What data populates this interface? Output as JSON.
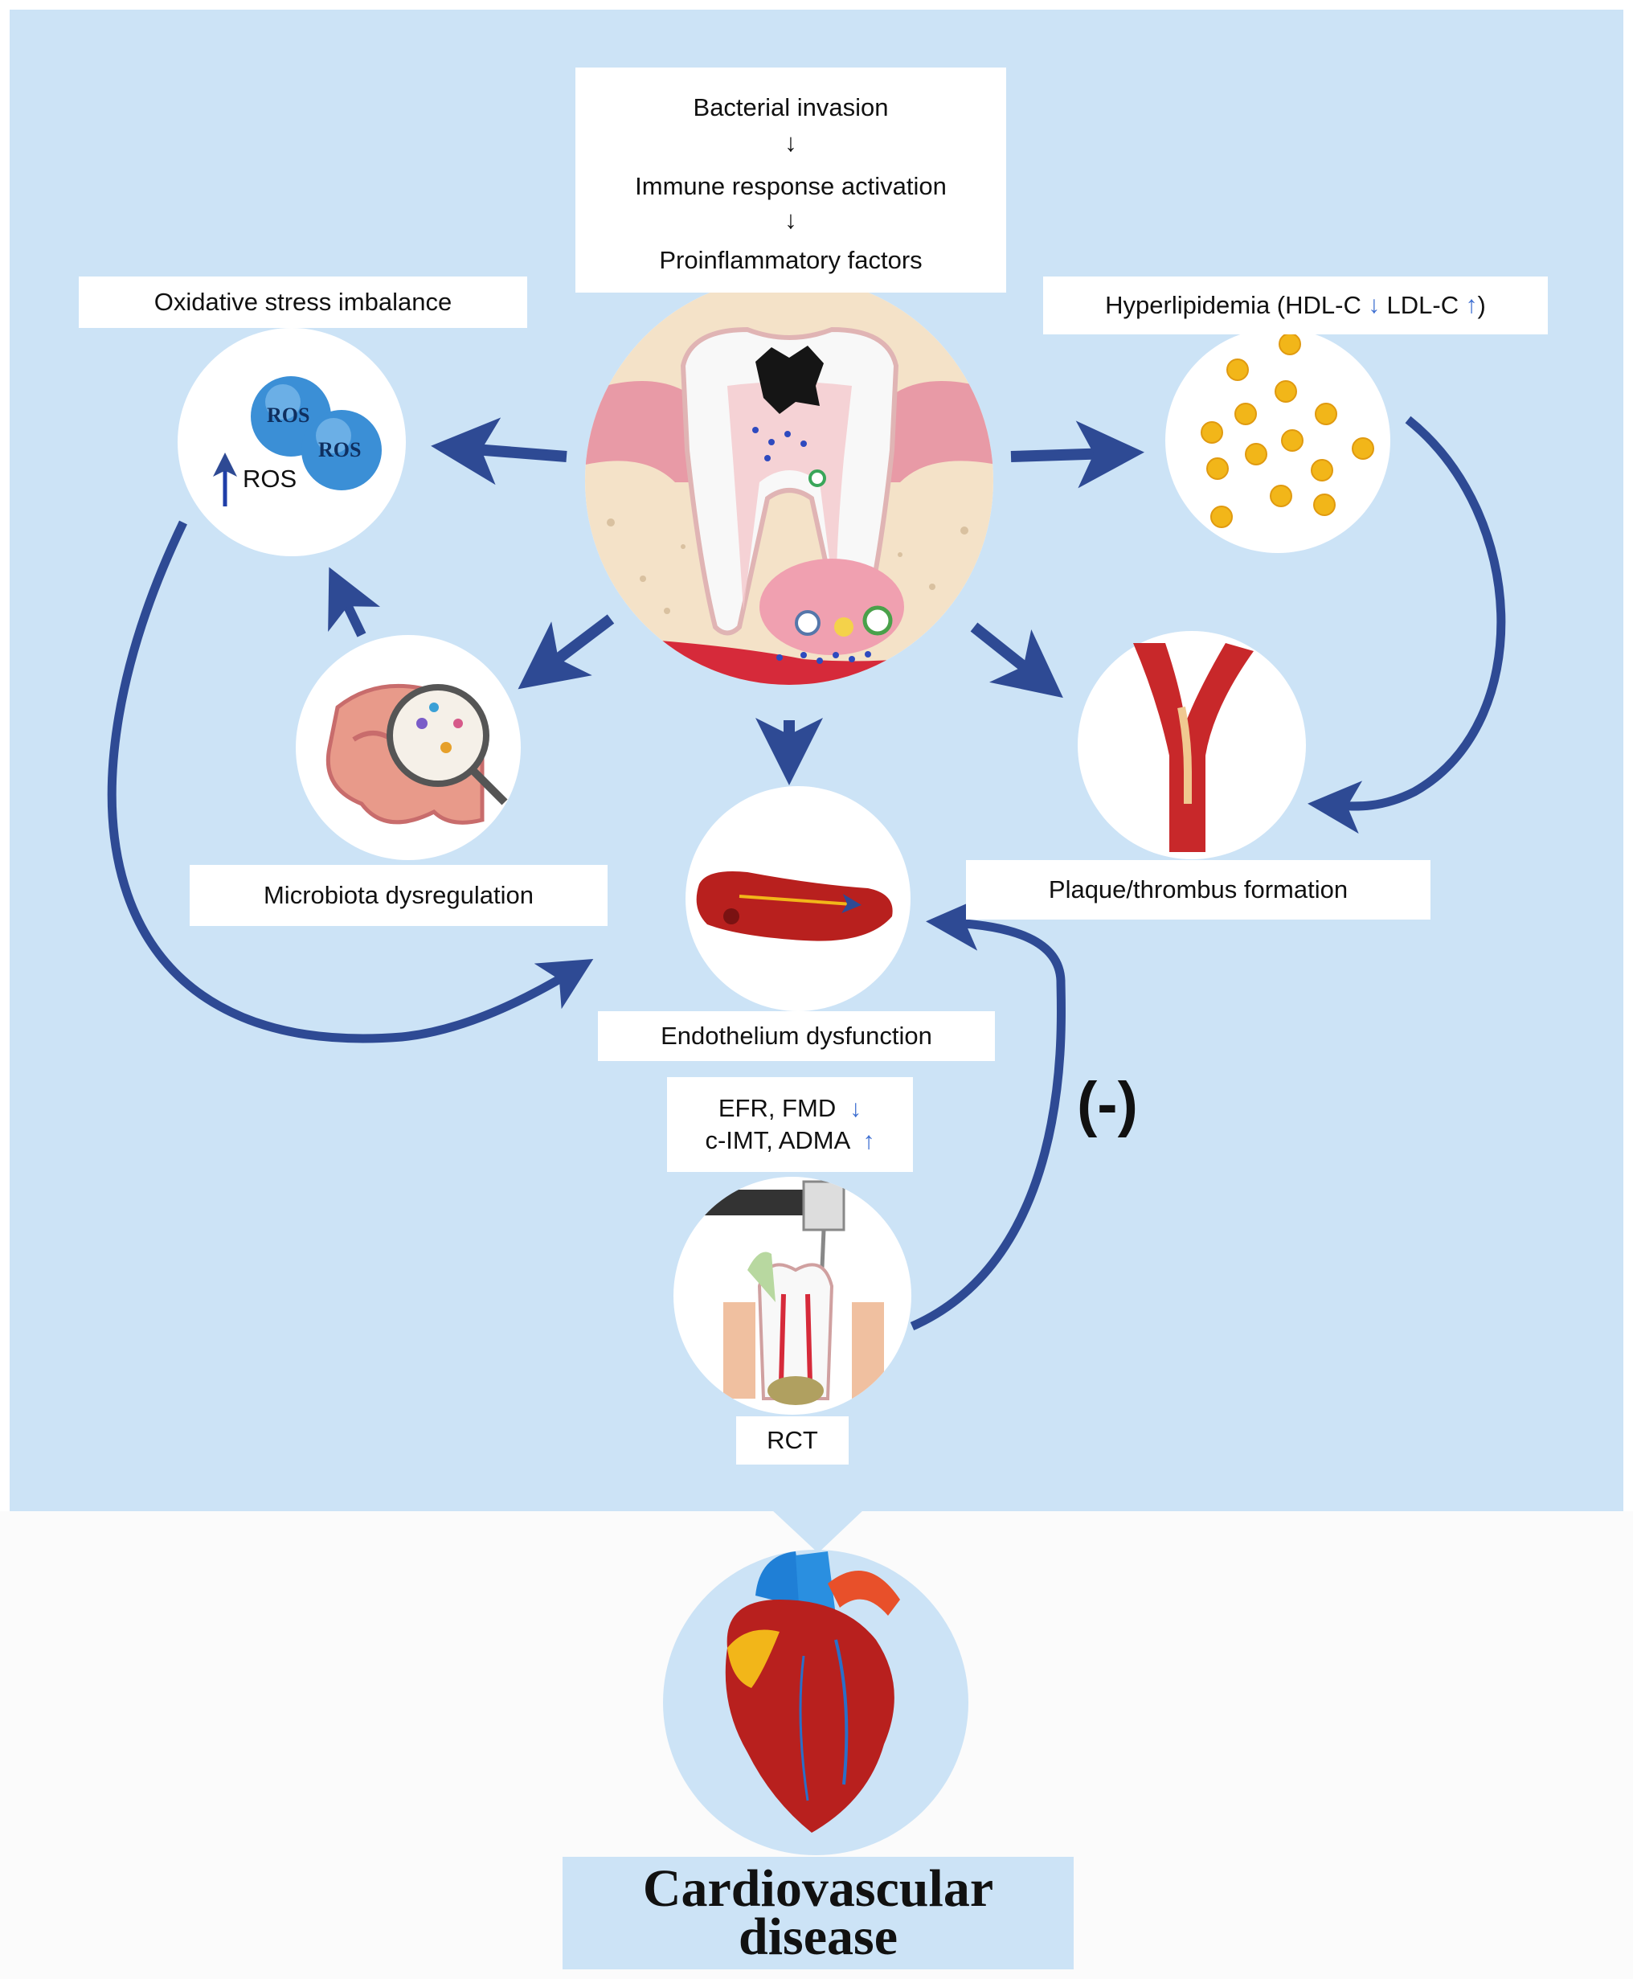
{
  "cause_chain": {
    "step1": "Bacterial invasion",
    "step2": "Immune response activation",
    "step3": "Proinflammatory factors"
  },
  "labels": {
    "oxidative": "Oxidative stress imbalance",
    "ros_text": "ROS",
    "ros_bubble": "ROS",
    "hyperlipidemia_a": "Hyperlipidemia (HDL-C",
    "hyperlipidemia_b": "LDL-C",
    "hyperlipidemia_c": ")",
    "microbiota": "Microbiota dysregulation",
    "plaque": "Plaque/thrombus formation",
    "endothelium": "Endothelium dysfunction",
    "efr_fmd": "EFR, FMD",
    "cimt_adma": "c-IMT, ADMA",
    "rct": "RCT",
    "inhibit": "(-)",
    "cvd_line1": "Cardiovascular",
    "cvd_line2": "disease"
  },
  "colors": {
    "panel": "#cce3f6",
    "arrow": "#2e4a94",
    "small_arrow": "#3e6fd1",
    "lipid": "#f2b619",
    "artery": "#c8282a",
    "gum": "#e89aa6"
  }
}
